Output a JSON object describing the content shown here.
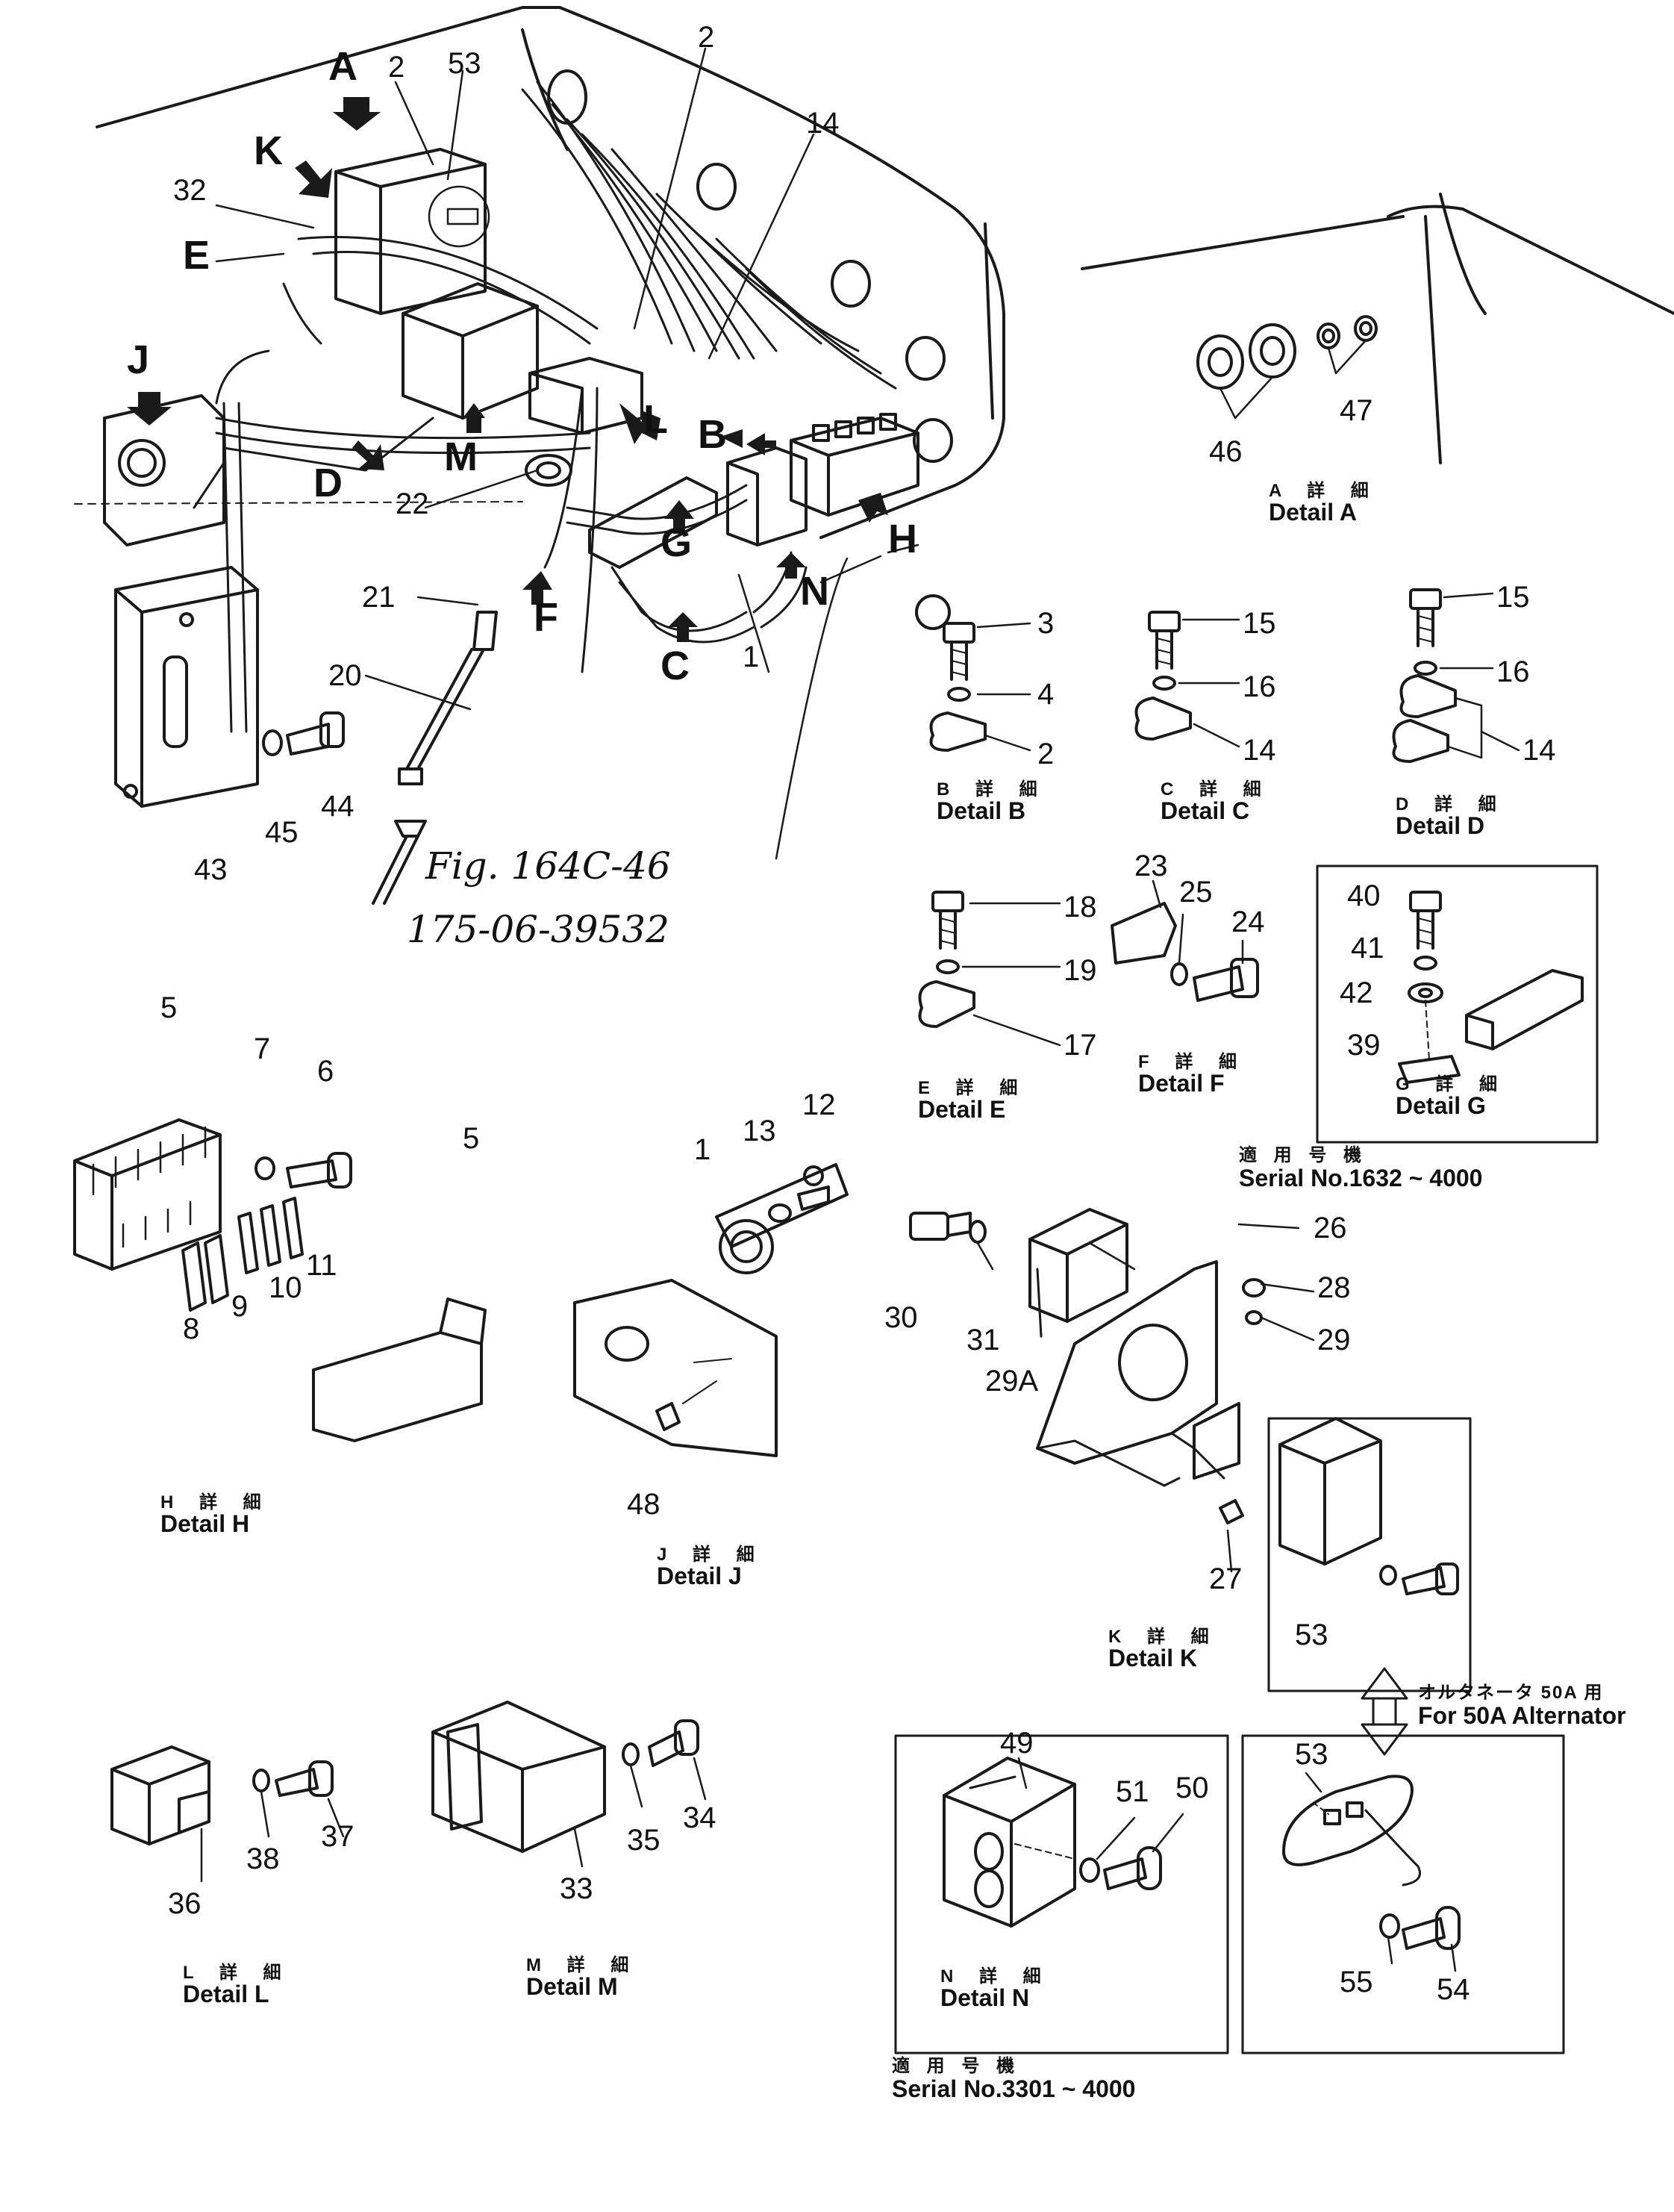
{
  "callout_letters": [
    "A",
    "K",
    "E",
    "J",
    "D",
    "M",
    "L",
    "B",
    "G",
    "F",
    "C",
    "N",
    "H"
  ],
  "part_numbers": {
    "p1": "1",
    "p2": "2",
    "p3": "3",
    "p4": "4",
    "p5": "5",
    "p6": "6",
    "p7": "7",
    "p8": "8",
    "p9": "9",
    "p10": "10",
    "p11": "11",
    "p12": "12",
    "p13": "13",
    "p14": "14",
    "p15": "15",
    "p16": "16",
    "p17": "17",
    "p18": "18",
    "p19": "19",
    "p20": "20",
    "p21": "21",
    "p22": "22",
    "p23": "23",
    "p24": "24",
    "p25": "25",
    "p26": "26",
    "p27": "27",
    "p28": "28",
    "p29": "29",
    "p29a": "29A",
    "p30": "30",
    "p31": "31",
    "p32": "32",
    "p33": "33",
    "p34": "34",
    "p35": "35",
    "p36": "36",
    "p37": "37",
    "p38": "38",
    "p39": "39",
    "p40": "40",
    "p41": "41",
    "p42": "42",
    "p43": "43",
    "p44": "44",
    "p45": "45",
    "p46": "46",
    "p47": "47",
    "p48": "48",
    "p49": "49",
    "p50": "50",
    "p51": "51",
    "p53": "53",
    "p54": "54",
    "p55": "55"
  },
  "details": {
    "A": {
      "jp": "A 詳 細",
      "en": "Detail  A"
    },
    "B": {
      "jp": "B 詳 細",
      "en": "Detail  B"
    },
    "C": {
      "jp": "C 詳 細",
      "en": "Detail  C"
    },
    "D": {
      "jp": "D 詳 細",
      "en": "Detail  D"
    },
    "E": {
      "jp": "E 詳 細",
      "en": "Detail  E"
    },
    "F": {
      "jp": "F 詳 細",
      "en": "Detail  F"
    },
    "G": {
      "jp": "G 詳 細",
      "en": "Detail  G"
    },
    "H": {
      "jp": "H 詳 細",
      "en": "Detail  H"
    },
    "J": {
      "jp": "J 詳 細",
      "en": "Detail  J"
    },
    "K": {
      "jp": "K 詳 細",
      "en": "Detail  K"
    },
    "L": {
      "jp": "L 詳 細",
      "en": "Detail  L"
    },
    "M": {
      "jp": "M 詳 細",
      "en": "Detail  M"
    },
    "N": {
      "jp": "N 詳 細",
      "en": "Detail  N"
    }
  },
  "serials": {
    "g": {
      "jp": "適 用 号 機",
      "en": "Serial  No.1632 ~ 4000"
    },
    "n": {
      "jp": "適 用 号 機",
      "en": "Serial  No.3301 ~ 4000"
    }
  },
  "alternator_note": {
    "jp": "オルタネータ 50A 用",
    "en": "For 50A Alternator"
  },
  "handwritten": {
    "fig": "Fig. 164C-46",
    "part": "175-06-39532"
  },
  "colors": {
    "ink": "#1a1a1a",
    "paper": "#ffffff"
  }
}
